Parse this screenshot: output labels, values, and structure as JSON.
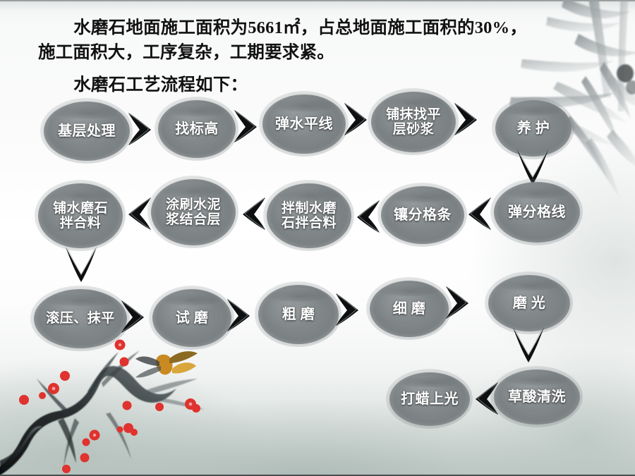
{
  "slide": {
    "body_paragraphs": [
      "水磨石地面施工面积为5661㎡，占总地面施工面积的30%，",
      "施工面积大，工序复杂，工期要求紧。",
      "水磨石工艺流程如下："
    ],
    "area_value": "5661㎡",
    "percentage": "30%"
  },
  "flow": {
    "rows": [
      {
        "direction": "left-to-right",
        "nodes": [
          {
            "label": "基层处理"
          },
          {
            "label": "找标高"
          },
          {
            "label": "弹水平线"
          },
          {
            "label": "铺抹找平\n层砂浆"
          },
          {
            "label": "养  护"
          }
        ]
      },
      {
        "direction": "right-to-left",
        "nodes": [
          {
            "label": "铺水磨石\n拌合料"
          },
          {
            "label": "涂刷水泥\n浆结合层"
          },
          {
            "label": "拌制水磨\n石拌合料"
          },
          {
            "label": "镶分格条"
          },
          {
            "label": "弹分格线"
          }
        ]
      },
      {
        "direction": "left-to-right",
        "nodes": [
          {
            "label": "滚压、抹平"
          },
          {
            "label": "试  磨"
          },
          {
            "label": "粗  磨"
          },
          {
            "label": "细  磨"
          },
          {
            "label": "磨  光"
          }
        ]
      },
      {
        "direction": "right-to-left",
        "nodes": [
          {
            "label": "打蜡上光"
          },
          {
            "label": "草酸清洗"
          }
        ]
      }
    ],
    "connector_icons": {
      "right": "chevron-right-brush-icon",
      "left": "chevron-left-brush-icon",
      "down": "chevron-down-brush-icon"
    }
  },
  "decor": {
    "bamboo": "bamboo-ink-painting",
    "plum": "plum-blossom-branch-ink-painting",
    "butterfly": "butterfly-decoration"
  },
  "colors": {
    "node_fill": "#83898b",
    "node_text": "#ffffff",
    "body_text": "#111111",
    "arrow": "#0d0f10",
    "background_top": "#f7f8f8",
    "background_bottom": "#c3ccc8",
    "plum_blossom": "#e0322e"
  }
}
